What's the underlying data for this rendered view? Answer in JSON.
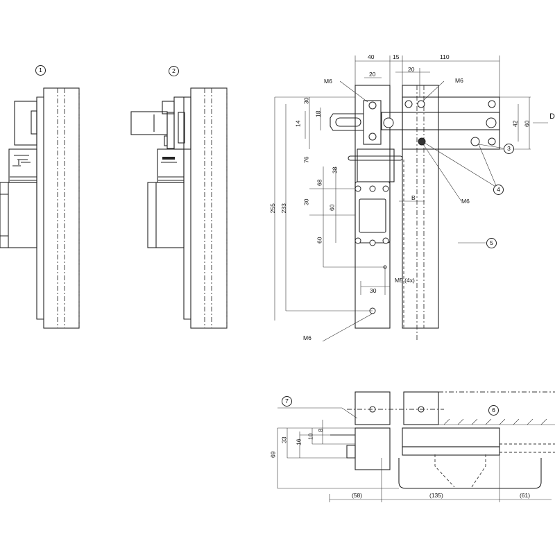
{
  "callouts": {
    "c1": "1",
    "c2": "2",
    "c3": "3",
    "c4": "4",
    "c5": "5",
    "c6": "6",
    "c7": "7"
  },
  "front_view": {
    "dim_top": [
      "40",
      "15",
      "110",
      "20",
      "20"
    ],
    "dim_left": [
      "30",
      "18",
      "14",
      "76",
      "38",
      "68",
      "30",
      "60",
      "60",
      "255",
      "233"
    ],
    "dim_right": [
      "42",
      "60"
    ],
    "dim_bottom_30": "30",
    "screws": [
      "M6",
      "M6",
      "M6",
      "M6"
    ],
    "thread_label": "M5 (4x)",
    "view_b": "B",
    "view_d": "D"
  },
  "bottom_view": {
    "dim_vertical": [
      "69",
      "33",
      "16",
      "10",
      "8"
    ],
    "dim_horizontal": [
      "(58)",
      "(135)",
      "(61)"
    ]
  }
}
